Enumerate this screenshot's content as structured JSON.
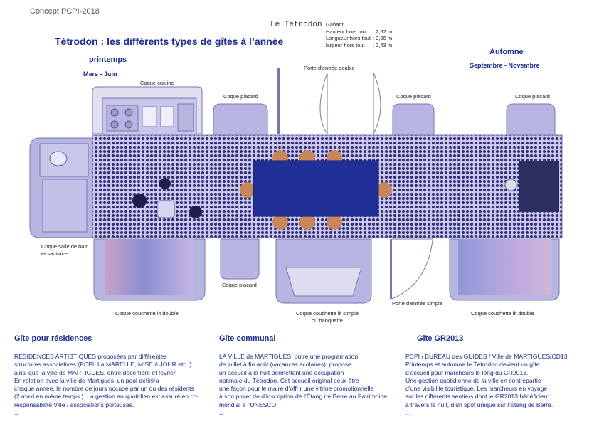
{
  "header": {
    "concept": "Concept PCPI-2018",
    "name": "Le Tetrodon",
    "gabarit_title": "Gabarit",
    "gabarit": [
      {
        "label": "Hauteur hors tout",
        "value": ": 2,52 m"
      },
      {
        "label": "Longueur hors tout",
        "value": ": 9,66 m"
      },
      {
        "label": "largeur hors tout",
        "value": ": 2,43 m"
      }
    ],
    "title": "Tétrodon :  les différents types de gîtes à l’année",
    "spring": "printemps",
    "spring_dates": "Mars   -  Juin",
    "autumn": "Automne",
    "autumn_dates": "Septembre - Novembre"
  },
  "plan_labels": {
    "kitchen": "Coque cuisine",
    "double_door": "Porte d’entrée double",
    "closet_left": "Coque placard",
    "closet_mid": "Coque placard",
    "closet_right": "Coque placard",
    "bathroom_1": "Coque salle de bain",
    "bathroom_2": "et sanitaire",
    "closet_bottom": "Coque placard",
    "bunk_double_left": "Coque couchette lit double",
    "bunk_single_1": "Coque couchette lit simple",
    "bunk_single_2": "ou banquette",
    "single_door": "Porte d’entrée simple",
    "bunk_double_right": "Coque couchette lit double"
  },
  "sections": [
    {
      "title": "Gîte pour résidences",
      "lines": [
        "RESIDENCES ARTISTIQUES proposées par différentes",
        "structures associatives (PCPI, La MARELLE, MISE à JOUR etc..)",
        "  ainsi que la ville de MARTIGUES, entre décembre et février.",
        "En relation avec la ville de Martigues, un pool définira",
        "chaque année, le nombre de jours occupé par un ou des résidents",
        "(2 maxi en même temps.). La gestion au quotidien est assuré en co-",
        "responsabilité Ville / associations porteuses.",
        "..."
      ]
    },
    {
      "title": "Gîte communal",
      "lines": [
        "LA VILLE de MARTIGUES, outre une programation",
        "de juillet à fin août (vacances scolaires), propose",
        "un accueil à la nuit permettant une occupation",
        "optimale du Tétrodon. Cet accueil original peux être",
        "une façon pour le maire d’offrir une vitrine promotionnelle",
        "à son projet de d’inscription de l’Étang de Berre au Patrimoine",
        "mondial à l’UNESCO.",
        "..."
      ]
    },
    {
      "title": "Gîte GR2013",
      "lines": [
        "PCPI / BUREAU des GUIDES / Ville de MARTIGUES/CD13",
        "Printemps et automne le Tétrodon devient un gîte",
        "d’accueil pour marcheurs le long du GR2013.",
        "Une gestion quotidienne de la ville en contrepartie",
        "d’une visibilité touristique. Les marcheurs en voyage",
        "sur les différents sentiers dont le GR2013 bénéficient",
        "à travers la nuit, d’un spot  unique sur l’Étang de Berre.",
        "..."
      ]
    }
  ],
  "colors": {
    "navy": "#1c2d8c",
    "shell": "#b7b5e1",
    "shell_stroke": "#7a77ad",
    "floor_dots": "#2f2c74",
    "table": "#1f2f95",
    "chair": "#c8875b",
    "pale_shell": "#e1e0f3"
  }
}
